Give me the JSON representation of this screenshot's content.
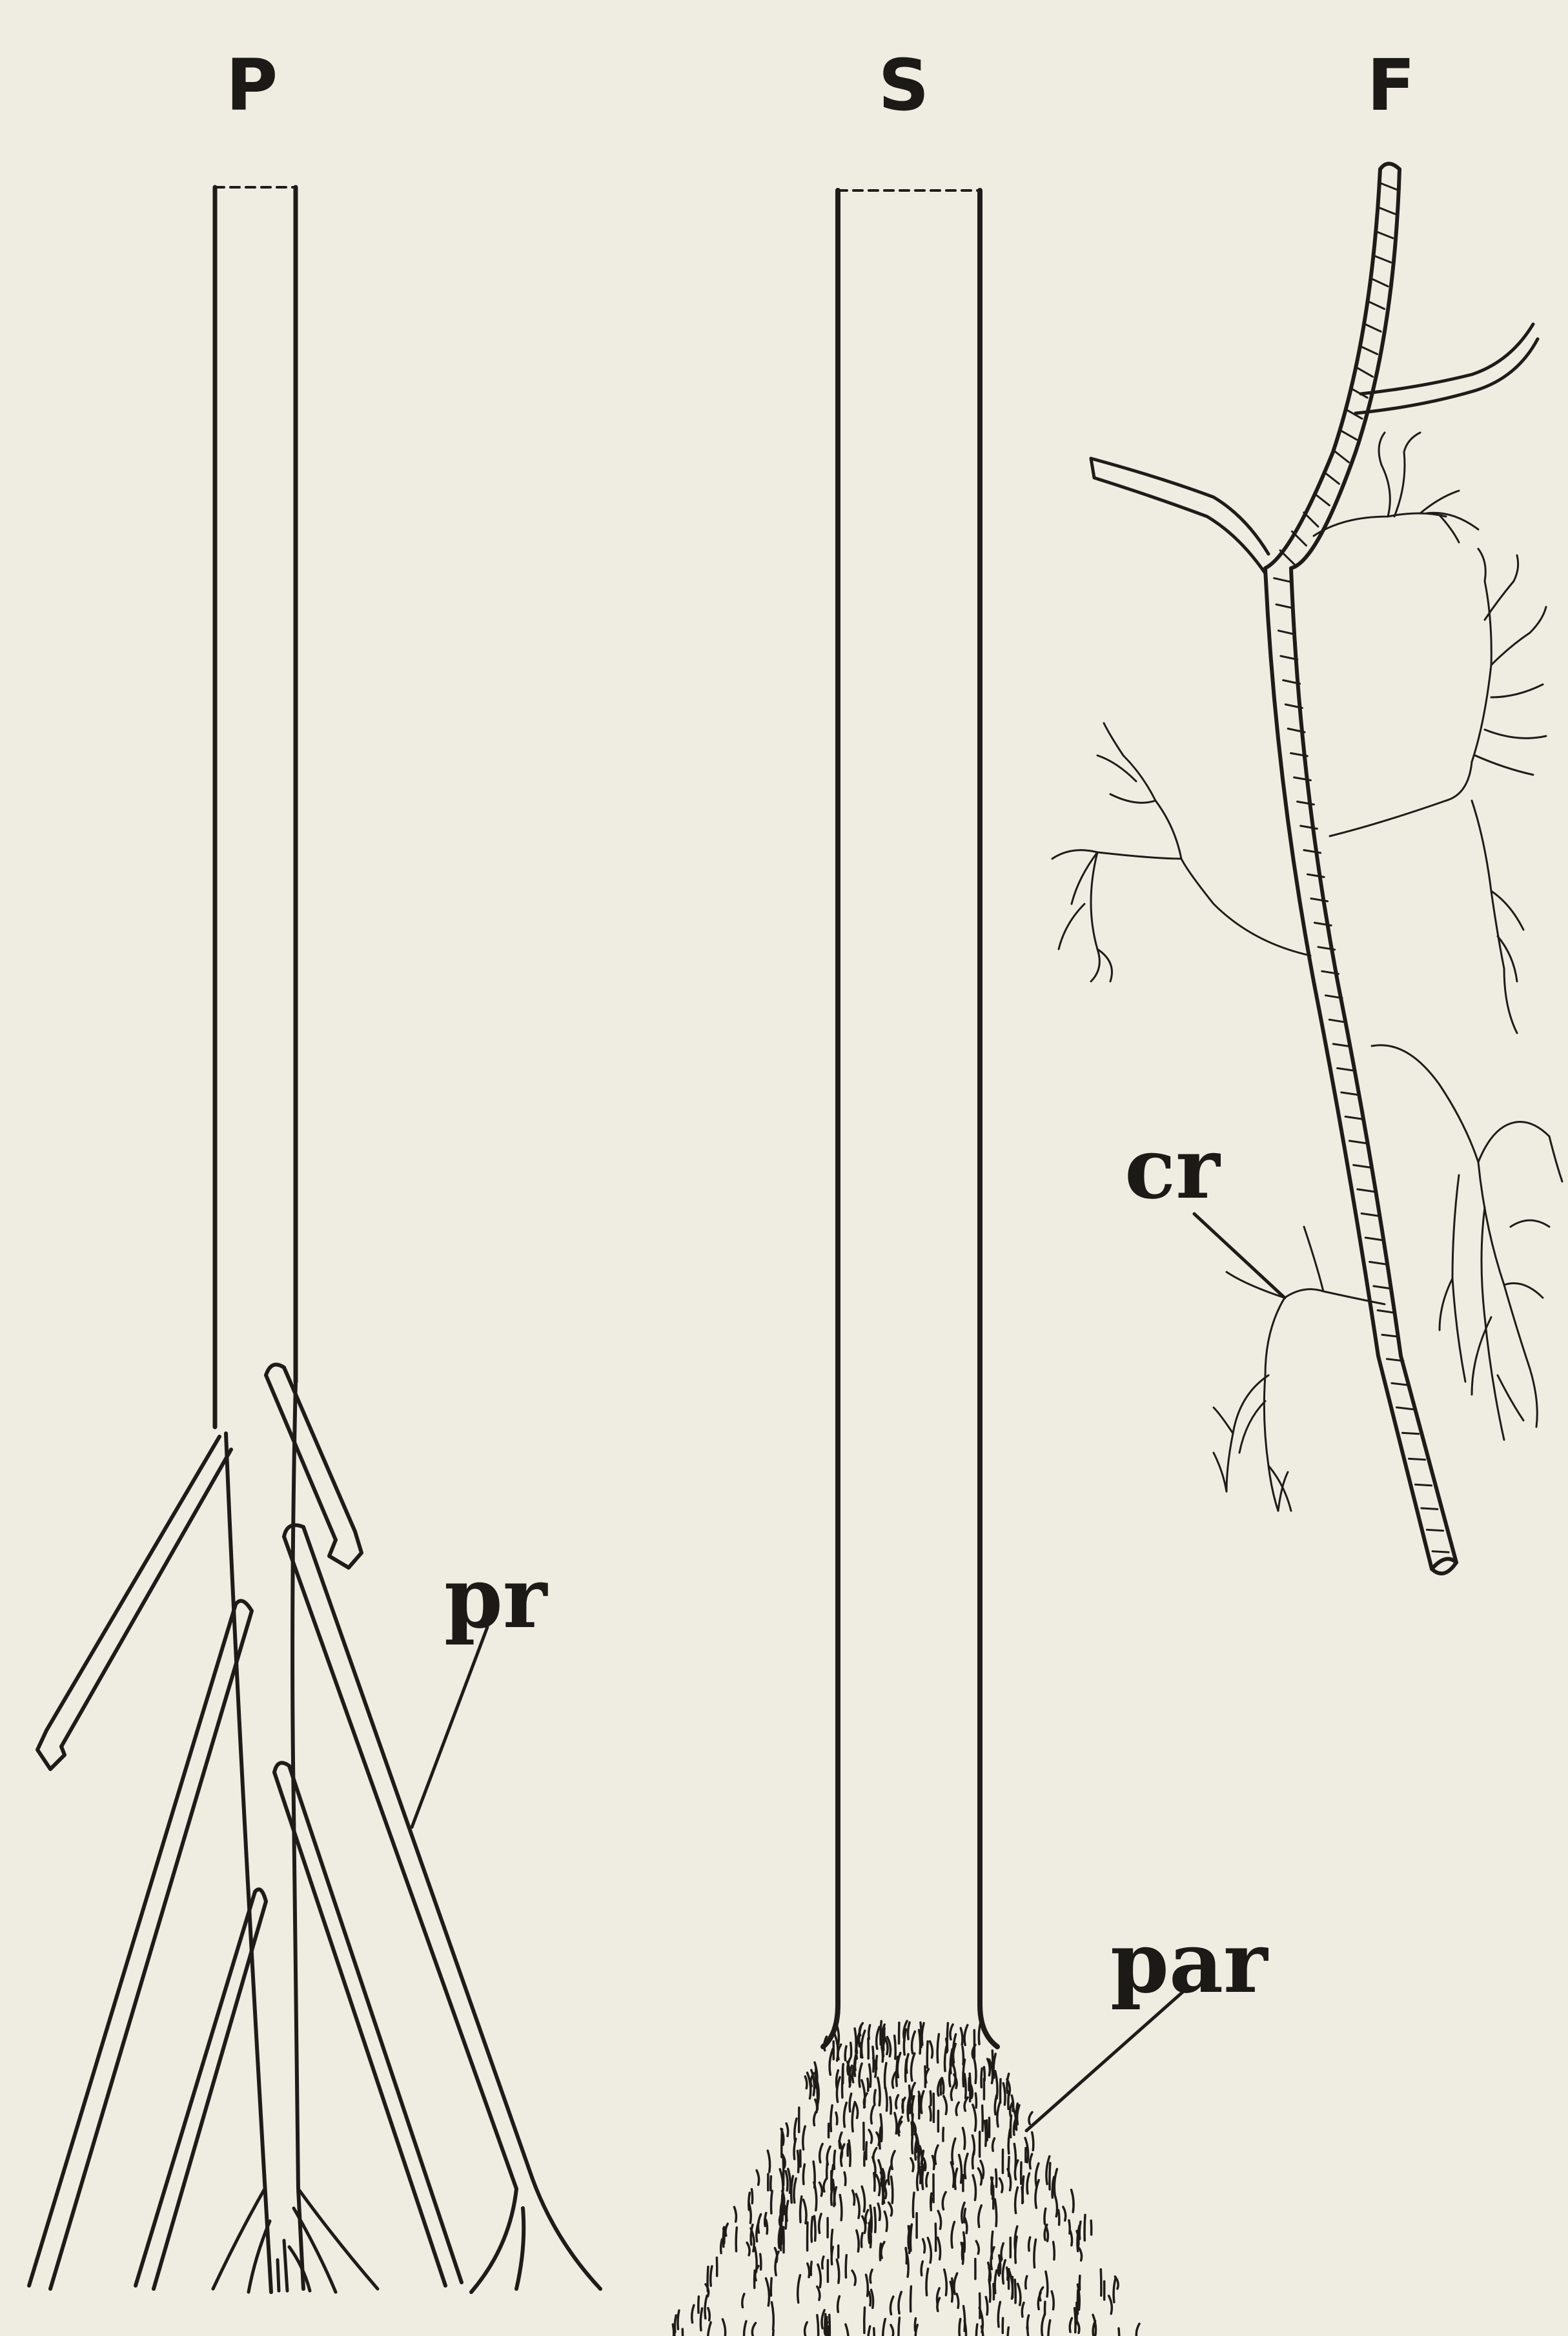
{
  "panels": [
    {
      "letter": "P"
    },
    {
      "letter": "S"
    },
    {
      "letter": "F"
    }
  ],
  "callouts": {
    "prop_roots": "pr",
    "palm_roots": "par",
    "creeping_roots": "cr"
  },
  "colors": {
    "paper": "#efece1",
    "ink": "#1e1c19"
  }
}
